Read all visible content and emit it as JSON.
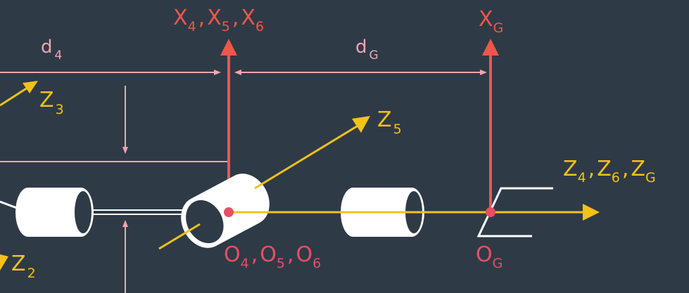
{
  "colors": {
    "background": "#2f3a47",
    "x_axis": "#f0564a",
    "z_axis": "#f2c218",
    "dimension": "#f0a6ae",
    "origin": "#e94f63",
    "body": "#ffffff"
  },
  "labels": {
    "x456": {
      "a": "X",
      "a_sub": "4",
      "sep1": ",",
      "b": "X",
      "b_sub": "5",
      "sep2": ",",
      "c": "X",
      "c_sub": "6"
    },
    "xg": {
      "main": "X",
      "sub": "G"
    },
    "d4": {
      "main": "d",
      "sub": "4"
    },
    "dg": {
      "main": "d",
      "sub": "G"
    },
    "z3": {
      "main": "Z",
      "sub": "3"
    },
    "z5": {
      "main": "Z",
      "sub": "5"
    },
    "z2": {
      "main": "Z",
      "sub": "2"
    },
    "z46g": {
      "a": "Z",
      "a_sub": "4",
      "sep1": ",",
      "b": "Z",
      "b_sub": "6",
      "sep2": ",",
      "c": "Z",
      "c_sub": "G"
    },
    "o456": {
      "a": "O",
      "a_sub": "4",
      "sep1": ",",
      "b": "O",
      "b_sub": "5",
      "sep2": ",",
      "c": "O",
      "c_sub": "6"
    },
    "og": {
      "main": "O",
      "sub": "G"
    }
  }
}
